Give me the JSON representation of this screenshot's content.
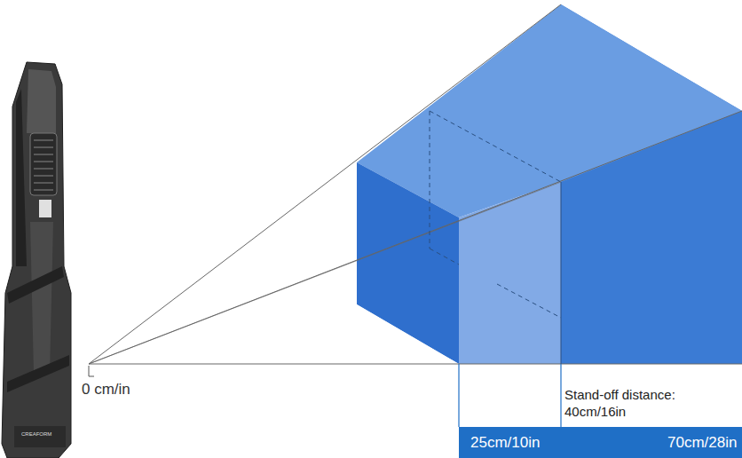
{
  "diagram": {
    "nodes": [
      {
        "text": [
          "25cm/10in",
          "70cm/28in"
        ]
      }
    ],
    "labels": [
      "0 cm/in",
      "Stand-off distance: 40cm/16in",
      "CREAFORM"
    ]
  }
}
